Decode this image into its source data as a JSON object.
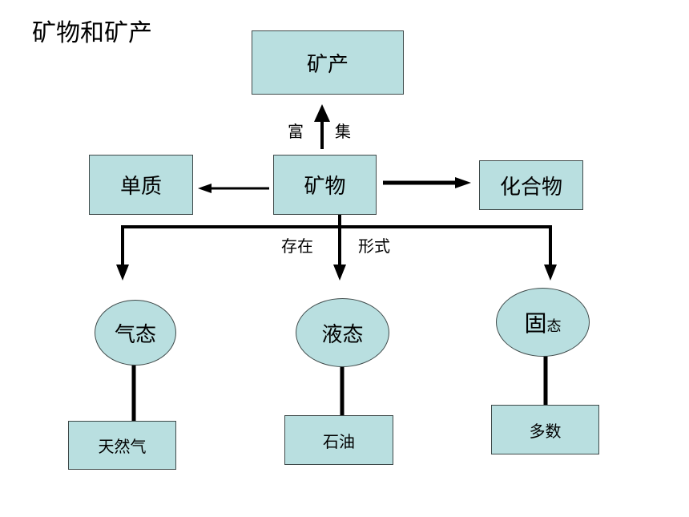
{
  "title": "矿物和矿产",
  "nodes": {
    "mineral_deposit": "矿产",
    "mineral": "矿物",
    "element": "单质",
    "compound": "化合物",
    "gas": "气态",
    "liquid": "液态",
    "solid_main": "固",
    "solid_small": "态",
    "natural_gas": "天然气",
    "petroleum": "石油",
    "majority": "多数"
  },
  "labels": {
    "enrich_left": "富",
    "enrich_right": "集",
    "exist_left": "存在",
    "exist_right": "形式"
  },
  "colors": {
    "node_fill": "#b9dfe0",
    "node_border": "#3f4a4a",
    "line": "#000000"
  }
}
